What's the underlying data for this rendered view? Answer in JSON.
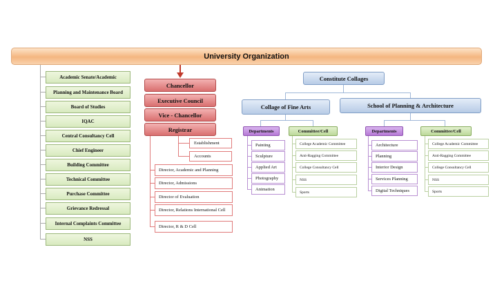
{
  "title": "University Organization",
  "left_committees": [
    "Academic Senate/Academic",
    "Planning and Maintenance Board",
    "Board of Studies",
    "IQAC",
    "Central Consultancy Cell",
    "Chief Engineer",
    "Building Committee",
    "Technical Committee",
    "Purchase Committee",
    "Grievance Redressal",
    "Internal Complaints Committee",
    "NSS"
  ],
  "hierarchy": [
    "Chancellor",
    "Executive Council",
    "Vice - Chancellor",
    "Registrar"
  ],
  "registrar_sub": [
    "Establishment",
    "Accounts"
  ],
  "directors": [
    "Director, Academic and Planning",
    "Director, Admissions",
    "Director of Evaluation",
    "Director, Relations International Cell",
    "Director, R & D Cell"
  ],
  "constitute": "Constitute Collages",
  "fine_arts": {
    "title": "Collage of Fine Arts",
    "departments_label": "Departments",
    "committee_label": "Committee/Cell",
    "departments": [
      "Painting",
      "Sculpture",
      "Applied Art",
      "Photography",
      "Animation"
    ],
    "committees": [
      "College Academic Committee",
      "Anti-Ragging Committee",
      "College Consultancy Cell",
      "NSS",
      "Sports"
    ]
  },
  "planning": {
    "title": "School of Planning & Architecture",
    "departments_label": "Departments",
    "committee_label": "Committee/Cell",
    "departments": [
      "Architecture",
      "Planning",
      "Interior Design",
      "Services Planning",
      "Digital Techniques"
    ],
    "committees": [
      "College Academic Committee",
      "Anti-Ragging Committee",
      "College Consultancy Cell",
      "NSS",
      "Sports"
    ]
  }
}
